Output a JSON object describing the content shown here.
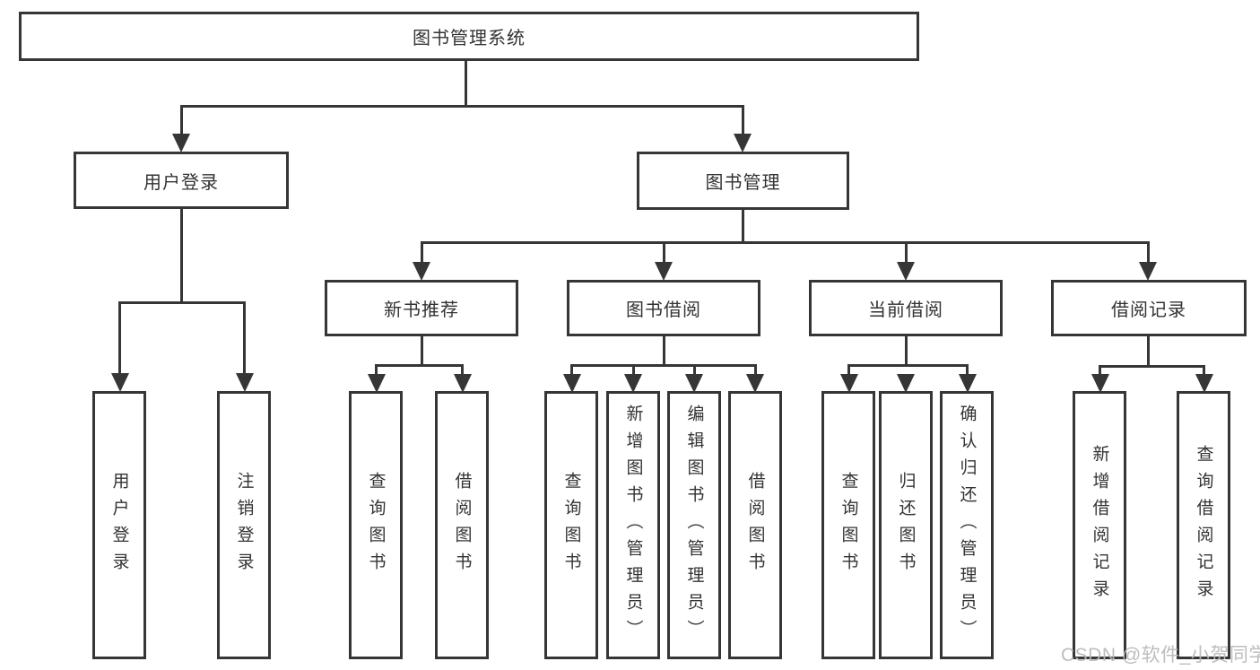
{
  "diagram_title": "图书管理系统",
  "colors": {
    "line": "#363636",
    "text": "#333333",
    "background": "#ffffff",
    "watermark": "#b9b9b9"
  },
  "watermark": {
    "text": "CSDN @软件_小贺同学"
  },
  "tree": {
    "root": {
      "label": "图书管理系统"
    },
    "level2": [
      {
        "label": "用户登录",
        "parent": "图书管理系统"
      },
      {
        "label": "图书管理",
        "parent": "图书管理系统"
      }
    ],
    "level3": [
      {
        "label": "新书推荐",
        "parent": "图书管理"
      },
      {
        "label": "图书借阅",
        "parent": "图书管理"
      },
      {
        "label": "当前借阅",
        "parent": "图书管理"
      },
      {
        "label": "借阅记录",
        "parent": "图书管理"
      }
    ],
    "leaves": [
      {
        "label": "用户登录",
        "parent": "用户登录"
      },
      {
        "label": "注销登录",
        "parent": "用户登录"
      },
      {
        "label": "查询图书",
        "parent": "新书推荐"
      },
      {
        "label": "借阅图书",
        "parent": "新书推荐"
      },
      {
        "label": "查询图书",
        "parent": "图书借阅"
      },
      {
        "label": "新增图书（管理员）",
        "parent": "图书借阅"
      },
      {
        "label": "编辑图书（管理员）",
        "parent": "图书借阅"
      },
      {
        "label": "借阅图书",
        "parent": "图书借阅"
      },
      {
        "label": "查询图书",
        "parent": "当前借阅"
      },
      {
        "label": "归还图书",
        "parent": "当前借阅"
      },
      {
        "label": "确认归还（管理员）",
        "parent": "当前借阅"
      },
      {
        "label": "新增借阅记录",
        "parent": "借阅记录"
      },
      {
        "label": "查询借阅记录",
        "parent": "借阅记录"
      }
    ]
  }
}
